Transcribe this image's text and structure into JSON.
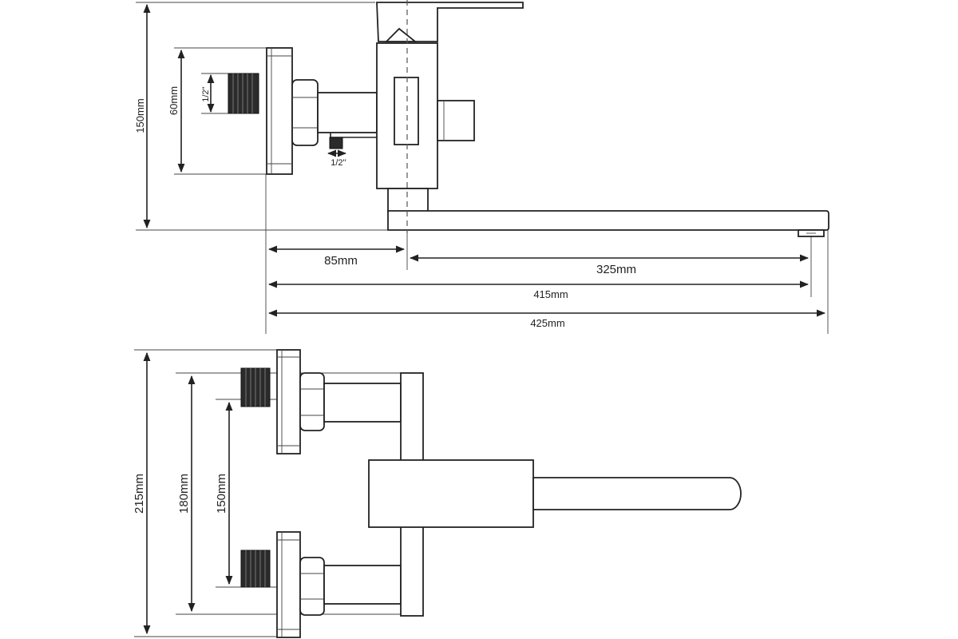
{
  "top_view": {
    "height_150": "150mm",
    "height_60": "60mm",
    "thread_top": "1/2''",
    "thread_bottom": "1/2''",
    "dim_85": "85mm",
    "dim_325": "325mm",
    "dim_415": "415mm",
    "dim_425": "425mm"
  },
  "bottom_view": {
    "dim_215": "215mm",
    "dim_180": "180mm",
    "dim_150": "150mm"
  },
  "colors": {
    "line": "#222222",
    "thread_fill": "#2b2b2b",
    "background": "#ffffff"
  }
}
